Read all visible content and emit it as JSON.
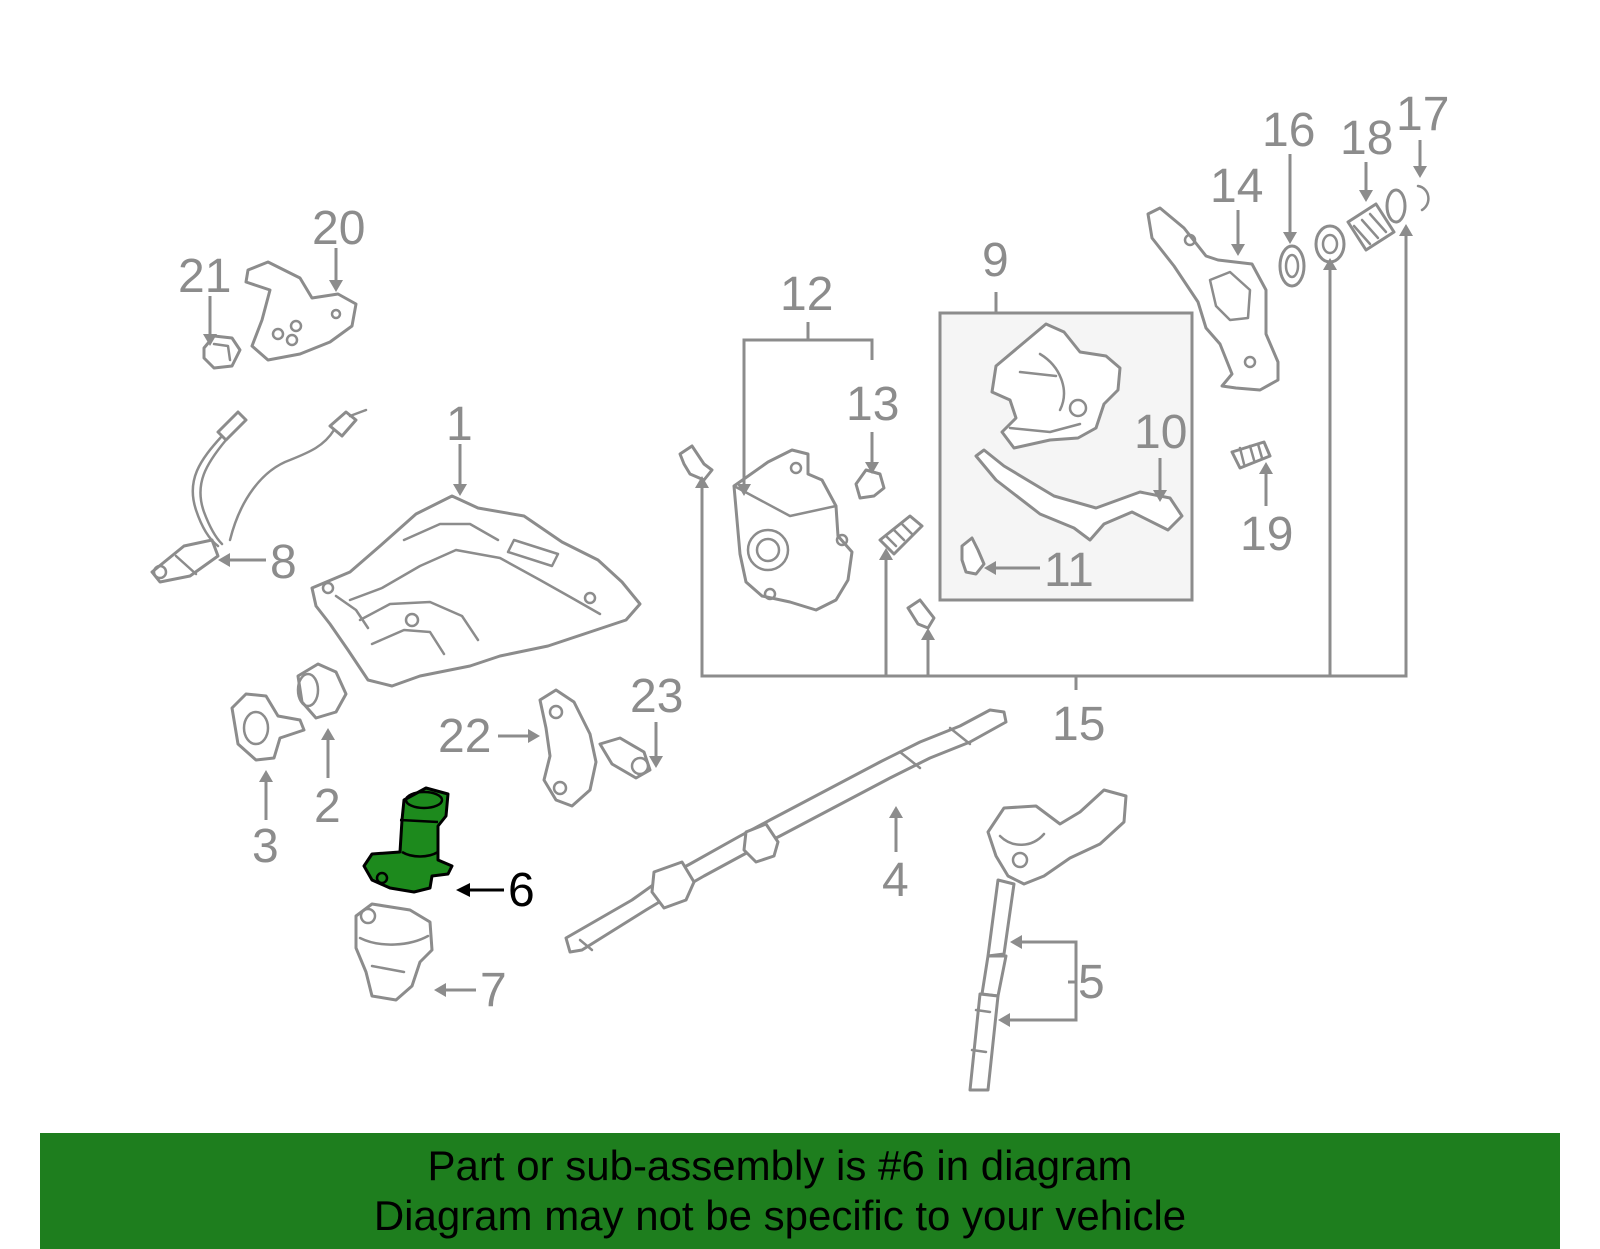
{
  "callouts": {
    "c1": "1",
    "c2": "2",
    "c3": "3",
    "c4": "4",
    "c5": "5",
    "c6": "6",
    "c7": "7",
    "c8": "8",
    "c9": "9",
    "c10": "10",
    "c11": "11",
    "c12": "12",
    "c13": "13",
    "c14": "14",
    "c15": "15",
    "c16": "16",
    "c17": "17",
    "c18": "18",
    "c19": "19",
    "c20": "20",
    "c21": "21",
    "c22": "22",
    "c23": "23"
  },
  "highlight": {
    "part_number": "6",
    "color": "#1d8a1d"
  },
  "banner": {
    "line1": "Part or sub-assembly is #6 in diagram",
    "line2": "Diagram may not be specific to your vehicle",
    "color": "#1e7e1e"
  }
}
